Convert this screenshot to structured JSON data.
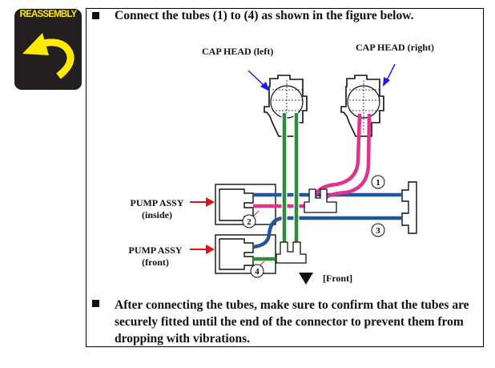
{
  "badge": {
    "label": "REASSEMBLY",
    "icon": "return-arrow-icon",
    "colors": {
      "background": "#231f20",
      "foreground": "#ffeb00"
    }
  },
  "instructions": [
    {
      "text": "Connect the tubes (1) to (4) as shown in the figure below."
    },
    {
      "text": "After connecting the tubes, make sure to confirm that the tubes are securely fitted until the end of the connector to prevent them from dropping with vibrations."
    }
  ],
  "figure": {
    "labels": {
      "cap_head_left": "CAP HEAD (left)",
      "cap_head_right": "CAP HEAD (right)",
      "pump_inside_line1": "PUMP ASSY",
      "pump_inside_line2": "(inside)",
      "pump_front_line1": "PUMP ASSY",
      "pump_front_line2": "(front)",
      "front": "[Front]"
    },
    "tube_numbers": [
      "1",
      "2",
      "3",
      "4"
    ],
    "colors": {
      "blue_tube": "#2255a0",
      "pink_tube": "#e0348c",
      "green_tube": "#2e8b3e",
      "callout_arrow": "#1a1ae6",
      "pump_arrow": "#e81010"
    }
  }
}
